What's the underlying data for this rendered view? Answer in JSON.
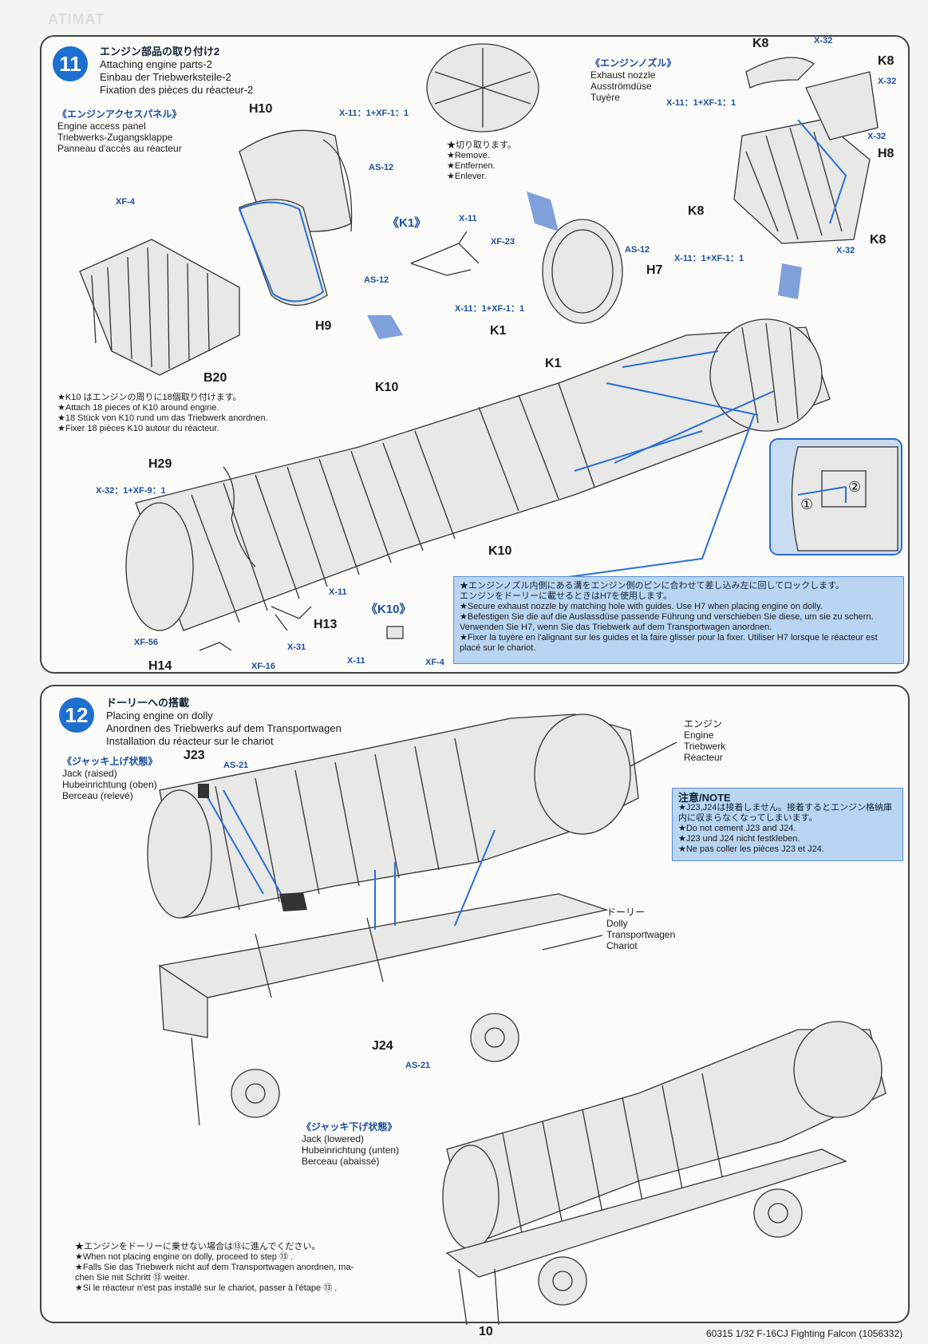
{
  "header_mark": "ATIMAT",
  "step11": {
    "number": "11",
    "title_jp": "エンジン部品の取り付け2",
    "title_en": "Attaching engine parts-2",
    "title_de": "Einbau der Triebwerksteile-2",
    "title_fr": "Fixation des pièces du réacteur-2",
    "access_panel": {
      "jp": "《エンジンアクセスパネル》",
      "en": "Engine access panel",
      "de": "Triebwerks-Zugangsklappe",
      "fr": "Panneau d'accès au réacteur"
    },
    "remove": {
      "jp": "★切り取ります。",
      "en": "★Remove.",
      "de": "★Entfernen.",
      "fr": "★Enlever."
    },
    "nozzle": {
      "jp": "《エンジンノズル》",
      "en": "Exhaust nozzle",
      "de": "Ausströmdüse",
      "fr": "Tuyère"
    },
    "k1_label": "《K1》",
    "k10_label": "《K10》",
    "parts": {
      "H10": "H10",
      "H9": "H9",
      "B20": "B20",
      "H7": "H7",
      "H8": "H8",
      "K8a": "K8",
      "K8b": "K8",
      "K8c": "K8",
      "K8d": "K8",
      "K1a": "K1",
      "K1b": "K1",
      "K10a": "K10",
      "K10b": "K10",
      "H29": "H29",
      "H13": "H13",
      "H14": "H14"
    },
    "paints": {
      "p1": "X-11：1+XF-1：1",
      "p2": "AS-12",
      "p3": "XF-4",
      "p4": "X-11",
      "p5": "XF-23",
      "p6": "AS-12",
      "p7": "X-11：1+XF-1：1",
      "p8": "AS-12",
      "p9": "X-32",
      "p10": "X-32",
      "p11": "X-11：1+XF-1：1",
      "p12": "X-32",
      "p13": "X-11：1+XF-1：1",
      "p14": "X-32",
      "p15": "X-32：1+XF-9：1",
      "p16": "X-11",
      "p17": "X-31",
      "p18": "XF-56",
      "p19": "XF-16",
      "p20": "X-11",
      "p21": "XF-4"
    },
    "k10_note": {
      "jp": "★K10 はエンジンの周りに18個取り付けます。",
      "en": "★Attach 18 pieces of K10 around engine.",
      "de": "★18 Stück von K10 rund um das Triebwerk anordnen.",
      "fr": "★Fixer 18 pièces K10 autour du réacteur."
    },
    "lock_note": {
      "jp1": "★エンジンノズル内側にある溝をエンジン側のピンに合わせて差し込み左に回してロックします。",
      "jp2": "エンジンをドーリーに載せるときはH7を使用します。",
      "en": "★Secure exhaust nozzle by matching hole with guides. Use H7 when placing engine on dolly.",
      "de": "★Befestigen Sie die auf die Auslassdüse passende Führung und verschieben Sie diese, um sie zu schern. Verwenden Sie H7, wenn Sie das Triebwerk auf dem Transportwagen anordnen.",
      "fr": "★Fixer la tuyère en l'alignant sur les guides et la faire glisser pour la fixer. Utiliser H7 lorsque le réacteur est placé sur le chariot."
    },
    "detail_1": "①",
    "detail_2": "②"
  },
  "step12": {
    "number": "12",
    "title_jp": "ドーリーへの搭載",
    "title_en": "Placing engine on dolly",
    "title_de": "Anordnen des Triebwerks auf dem Transportwagen",
    "title_fr": "Installation du réacteur sur le chariot",
    "jack_raised": {
      "jp": "《ジャッキ上げ状態》",
      "en": "Jack (raised)",
      "de": "Hubeinrichtung (oben)",
      "fr": "Berceau (relevé)"
    },
    "jack_lowered": {
      "jp": "《ジャッキ下げ状態》",
      "en": "Jack (lowered)",
      "de": "Hubeinrichtung (unten)",
      "fr": "Berceau (abaissé)"
    },
    "engine": {
      "jp": "エンジン",
      "en": "Engine",
      "de": "Triebwerk",
      "fr": "Réacteur"
    },
    "dolly": {
      "jp": "ドーリー",
      "en": "Dolly",
      "de": "Transportwagen",
      "fr": "Chariot"
    },
    "parts": {
      "J23": "J23",
      "J24": "J24"
    },
    "paints": {
      "p1": "AS-21",
      "p2": "AS-21"
    },
    "note": {
      "head": "注意/NOTE",
      "jp": "★J23,J24は接着しません。接着するとエンジン格納庫内に収まらなくなってしまいます。",
      "en": "★Do not cement J23 and J24.",
      "de": "★J23 und J24 nicht festkleben.",
      "fr": "★Ne pas coller les pièces J23 et J24."
    },
    "bottom_note": {
      "jp": "★エンジンをドーリーに乗せない場合は⑬に進んでください。",
      "en": "★When not placing engine on dolly, proceed to step ⑬ .",
      "de1": "★Falls Sie das Triebwerk nicht auf dem Transportwagen anordnen, ma-",
      "de2": "chen Sie mit Schritt ⑬ weiter.",
      "fr": "★Si le réacteur n'est pas installé sur le chariot, passer à l'étape ⑬ ."
    }
  },
  "footer": {
    "page": "10",
    "product": "60315 1/32 F-16CJ Fighting Falcon (1056332)"
  }
}
